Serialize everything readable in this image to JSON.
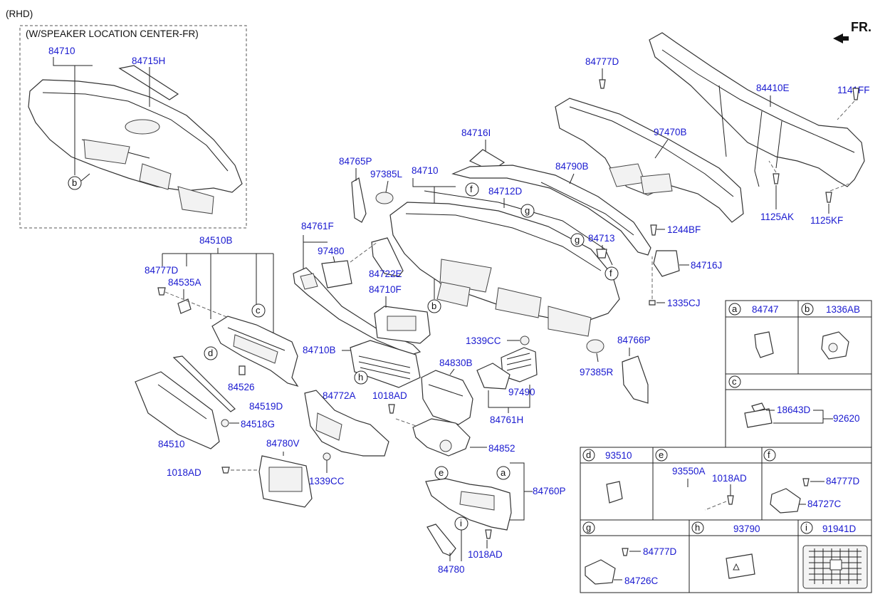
{
  "header": {
    "variant": "(RHD)",
    "inset_title": "(W/SPEAKER LOCATION CENTER-FR)",
    "direction": "FR."
  },
  "parts": {
    "p84710_inset": "84710",
    "p84715H": "84715H",
    "p84777D_top": "84777D",
    "p97470B": "97470B",
    "p84410E": "84410E",
    "p1141FF": "1141FF",
    "p1125AK": "1125AK",
    "p1125KF": "1125KF",
    "p84716I": "84716I",
    "p84790B": "84790B",
    "p84765P": "84765P",
    "p97385L": "97385L",
    "p84710": "84710",
    "p84712D": "84712D",
    "p1244BF": "1244BF",
    "p84713": "84713",
    "p84716J": "84716J",
    "p1335CJ": "1335CJ",
    "p84761F": "84761F",
    "p97480": "97480",
    "p84722E": "84722E",
    "p84710F": "84710F",
    "p84510B": "84510B",
    "p84777D_left": "84777D",
    "p84535A": "84535A",
    "p84526": "84526",
    "p84519D": "84519D",
    "p84518G": "84518G",
    "p84510": "84510",
    "p1018AD_left": "1018AD",
    "p84710B": "84710B",
    "p84772A": "84772A",
    "p84780V": "84780V",
    "p1339CC_left": "1339CC",
    "p1339CC": "1339CC",
    "p84830B": "84830B",
    "p1018AD_mid": "1018AD",
    "p97490": "97490",
    "p84761H": "84761H",
    "p84766P": "84766P",
    "p97385R": "97385R",
    "p84852": "84852",
    "p84760P": "84760P",
    "p1018AD_bot": "1018AD",
    "p84780": "84780"
  },
  "callouts": {
    "a": "a",
    "b": "b",
    "c": "c",
    "d": "d",
    "e": "e",
    "f": "f",
    "g": "g",
    "h": "h",
    "i": "i"
  },
  "table": {
    "a": {
      "letter": "a",
      "part": "84747"
    },
    "b": {
      "letter": "b",
      "part": "1336AB"
    },
    "c": {
      "letter": "c",
      "p1": "18643D",
      "p2": "92620"
    },
    "d": {
      "letter": "d",
      "part": "93510"
    },
    "e": {
      "letter": "e",
      "p1": "93550A",
      "p2": "1018AD"
    },
    "f": {
      "letter": "f",
      "p1": "84777D",
      "p2": "84727C"
    },
    "g": {
      "letter": "g",
      "p1": "84777D",
      "p2": "84726C"
    },
    "h": {
      "letter": "h",
      "part": "93790"
    },
    "i": {
      "letter": "i",
      "part": "91941D"
    }
  }
}
